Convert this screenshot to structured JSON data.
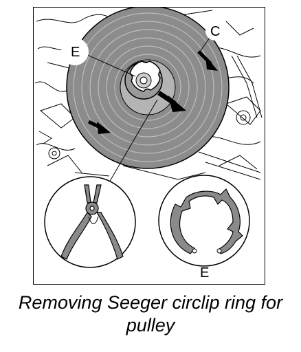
{
  "figure": {
    "labels": {
      "circlip_main": "E",
      "belt_direction": "C",
      "circlip_detail": "E"
    }
  },
  "caption": {
    "line1": "Removing Seeger circlip ring for",
    "line2": "pulley"
  },
  "colors": {
    "pulley_gray": "#8c8c8c",
    "pulley_light": "#b4b4b4",
    "tool_gray": "#8a8a8a",
    "line_black": "#000000"
  },
  "icons": {
    "arrow": "black-filled-arrow",
    "pliers": "circlip-pliers-icon",
    "ring": "seeger-ring-icon"
  }
}
